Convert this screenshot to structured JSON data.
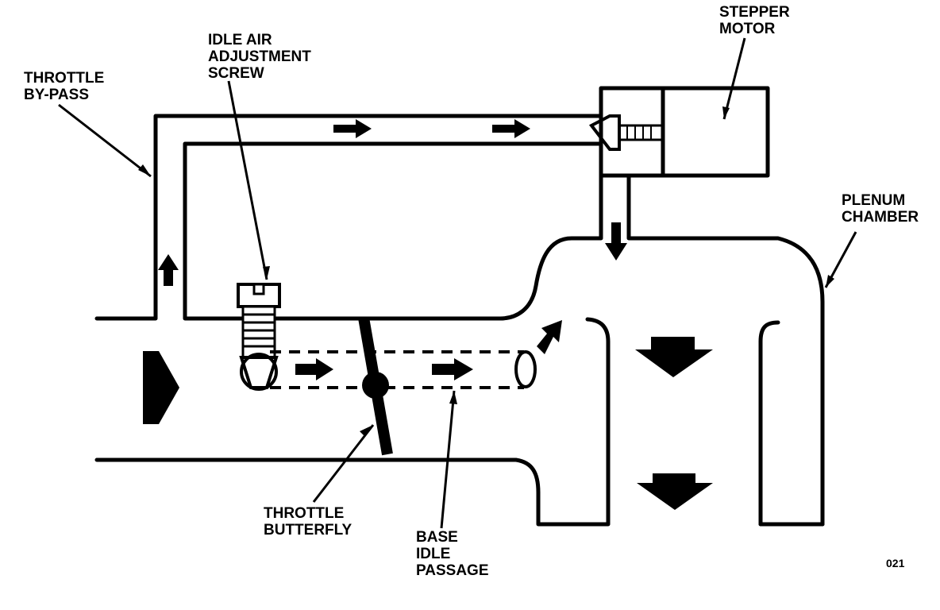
{
  "labels": {
    "throttle_bypass": [
      "THROTTLE",
      "BY-PASS"
    ],
    "idle_air_screw": [
      "IDLE AIR",
      "ADJUSTMENT",
      "SCREW"
    ],
    "stepper_motor": [
      "STEPPER",
      "MOTOR"
    ],
    "plenum_chamber": [
      "PLENUM",
      "CHAMBER"
    ],
    "throttle_butterfly": [
      "THROTTLE",
      "BUTTERFLY"
    ],
    "base_idle_passage": [
      "BASE",
      "IDLE",
      "PASSAGE"
    ]
  },
  "figure_number": "021",
  "colors": {
    "ink": "#000000",
    "paper": "#ffffff"
  }
}
